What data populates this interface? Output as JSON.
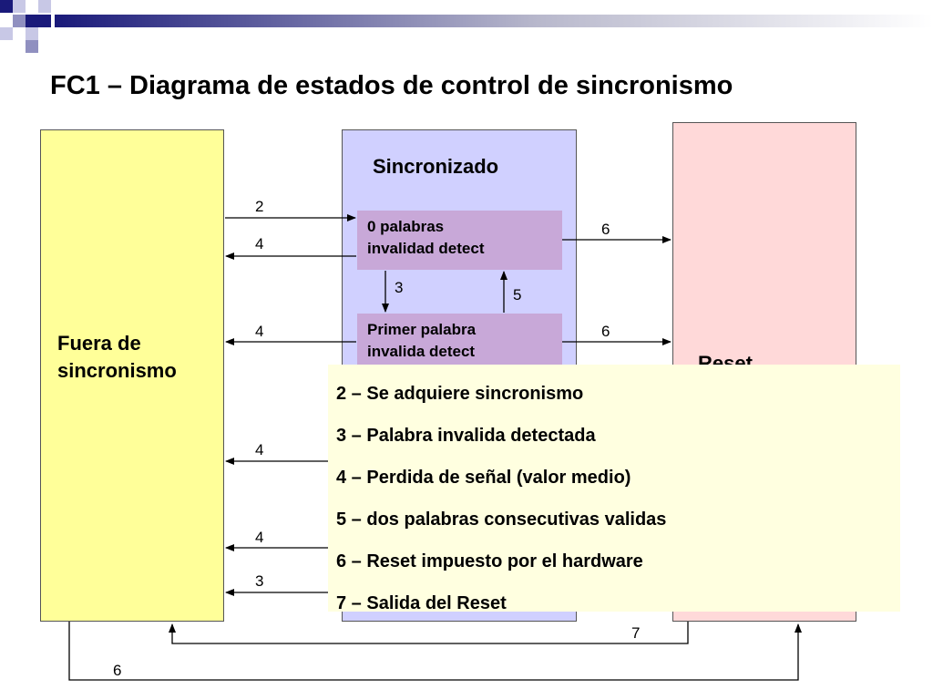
{
  "title": "FC1 – Diagrama de estados de control de sincronismo",
  "states": {
    "fuera": "Fuera de\nsincronismo",
    "sincronizado": "Sincronizado",
    "reset": "Reset",
    "s0": "0 palabras\ninvalidad detect",
    "s1": "Primer palabra\ninvalida detect"
  },
  "transitions": [
    {
      "label": "2"
    },
    {
      "label": "4"
    },
    {
      "label": "6"
    },
    {
      "label": "3"
    },
    {
      "label": "5"
    },
    {
      "label": "4"
    },
    {
      "label": "6"
    },
    {
      "label": "4"
    },
    {
      "label": "4"
    },
    {
      "label": "3"
    },
    {
      "label": "7"
    },
    {
      "label": "6"
    }
  ],
  "legend": [
    "2 – Se adquiere sincronismo",
    "3 – Palabra invalida detectada",
    "4 – Perdida de señal (valor medio)",
    "5 – dos palabras consecutivas validas",
    "6 – Reset impuesto por el hardware",
    "7 – Salida del Reset"
  ],
  "colors": {
    "fuera_fill": "#ffff99",
    "sincronizado_fill": "#d0d0ff",
    "reset_fill": "#ffd9d9",
    "substate_fill": "#c8a8d8",
    "legend_fill": "#ffffe0",
    "decoration_dark": "#1a1a7a"
  }
}
